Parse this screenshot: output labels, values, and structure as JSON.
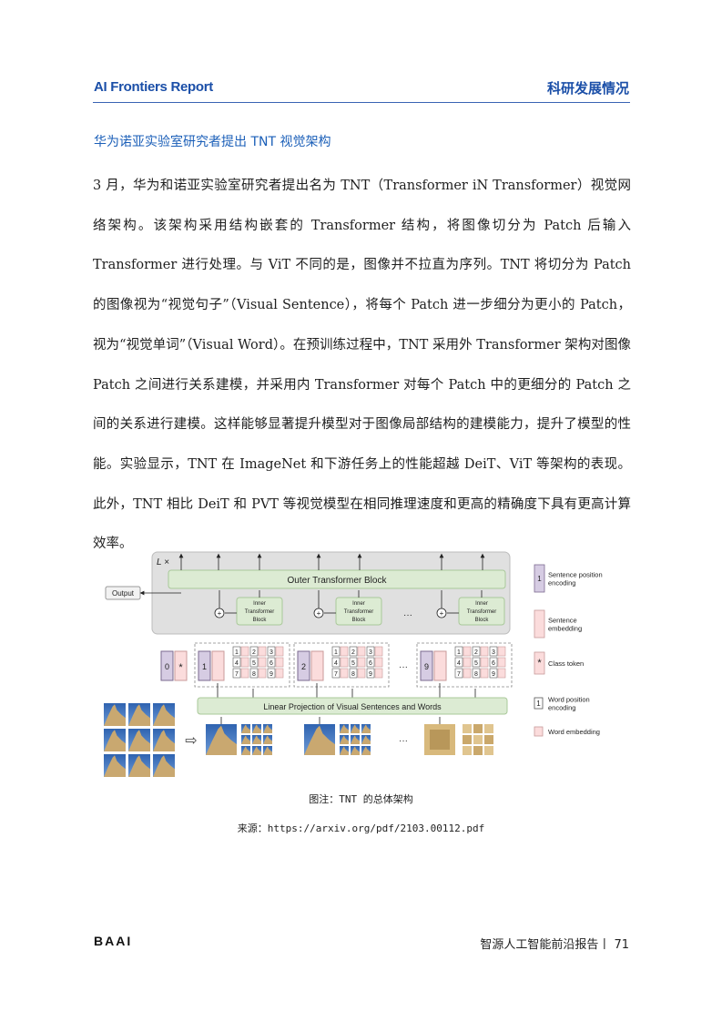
{
  "header": {
    "left": "AI Frontiers Report",
    "right": "科研发展情况"
  },
  "section_title": "华为诺亚实验室研究者提出 TNT 视觉架构",
  "paragraph": "3 月，华为和诺亚实验室研究者提出名为 TNT（Transformer iN Transformer）视觉网络架构。该架构采用结构嵌套的 Transformer 结构，将图像切分为 Patch 后输入 Transformer 进行处理。与 ViT 不同的是，图像并不拉直为序列。TNT 将切分为 Patch 的图像视为“视觉句子”（Visual Sentence），将每个 Patch 进一步细分为更小的 Patch，视为“视觉单词”（Visual Word）。在预训练过程中，TNT 采用外 Transformer 架构对图像 Patch 之间进行关系建模，并采用内 Transformer 对每个 Patch 中的更细分的 Patch 之间的关系进行建模。这样能够显著提升模型对于图像局部结构的建模能力，提升了模型的性能。实验显示，TNT 在 ImageNet 和下游任务上的性能超越 DeiT、ViT 等架构的表现。此外，TNT 相比 DeiT 和 PVT 等视觉模型在相同推理速度和更高的精确度下具有更高计算效率。",
  "figure": {
    "layer_label": "L ×",
    "outer_block": "Outer Transformer Block",
    "output_label": "Output",
    "inner_block": [
      "Inner",
      "Transformer",
      "Block"
    ],
    "linear_projection": "Linear Projection of Visual Sentences and Words",
    "ellipsis": "···",
    "sentence_ids": [
      "0",
      "1",
      "2",
      "9"
    ],
    "class_token_symbol": "*",
    "word_ids": [
      "1",
      "2",
      "3",
      "4",
      "5",
      "6",
      "7",
      "8",
      "9"
    ],
    "plus": "+",
    "arrow_symbol": "⇨",
    "legend": [
      {
        "symbol": "1",
        "lines": [
          "Sentence position",
          "encoding"
        ]
      },
      {
        "symbol": "",
        "lines": [
          "Sentence",
          "embedding"
        ]
      },
      {
        "symbol": "*",
        "lines": [
          "Class token"
        ]
      },
      {
        "symbol": "1",
        "lines": [
          "Word position",
          "encoding"
        ]
      },
      {
        "symbol": "",
        "lines": [
          "Word embedding"
        ]
      }
    ],
    "colors": {
      "outer_panel": "#e0e0e0",
      "green_block": "#dcebd3",
      "sentence_position": "#d6cce3",
      "embedding": "#fbdcdc",
      "sky": "#3b6fb6",
      "stone": "#c9a870"
    }
  },
  "caption": "图注：TNT 的总体架构",
  "source": "来源：https://arxiv.org/pdf/2103.00112.pdf",
  "footer": {
    "logo": "BAAI",
    "text": "智源人工智能前沿报告丨 71"
  }
}
